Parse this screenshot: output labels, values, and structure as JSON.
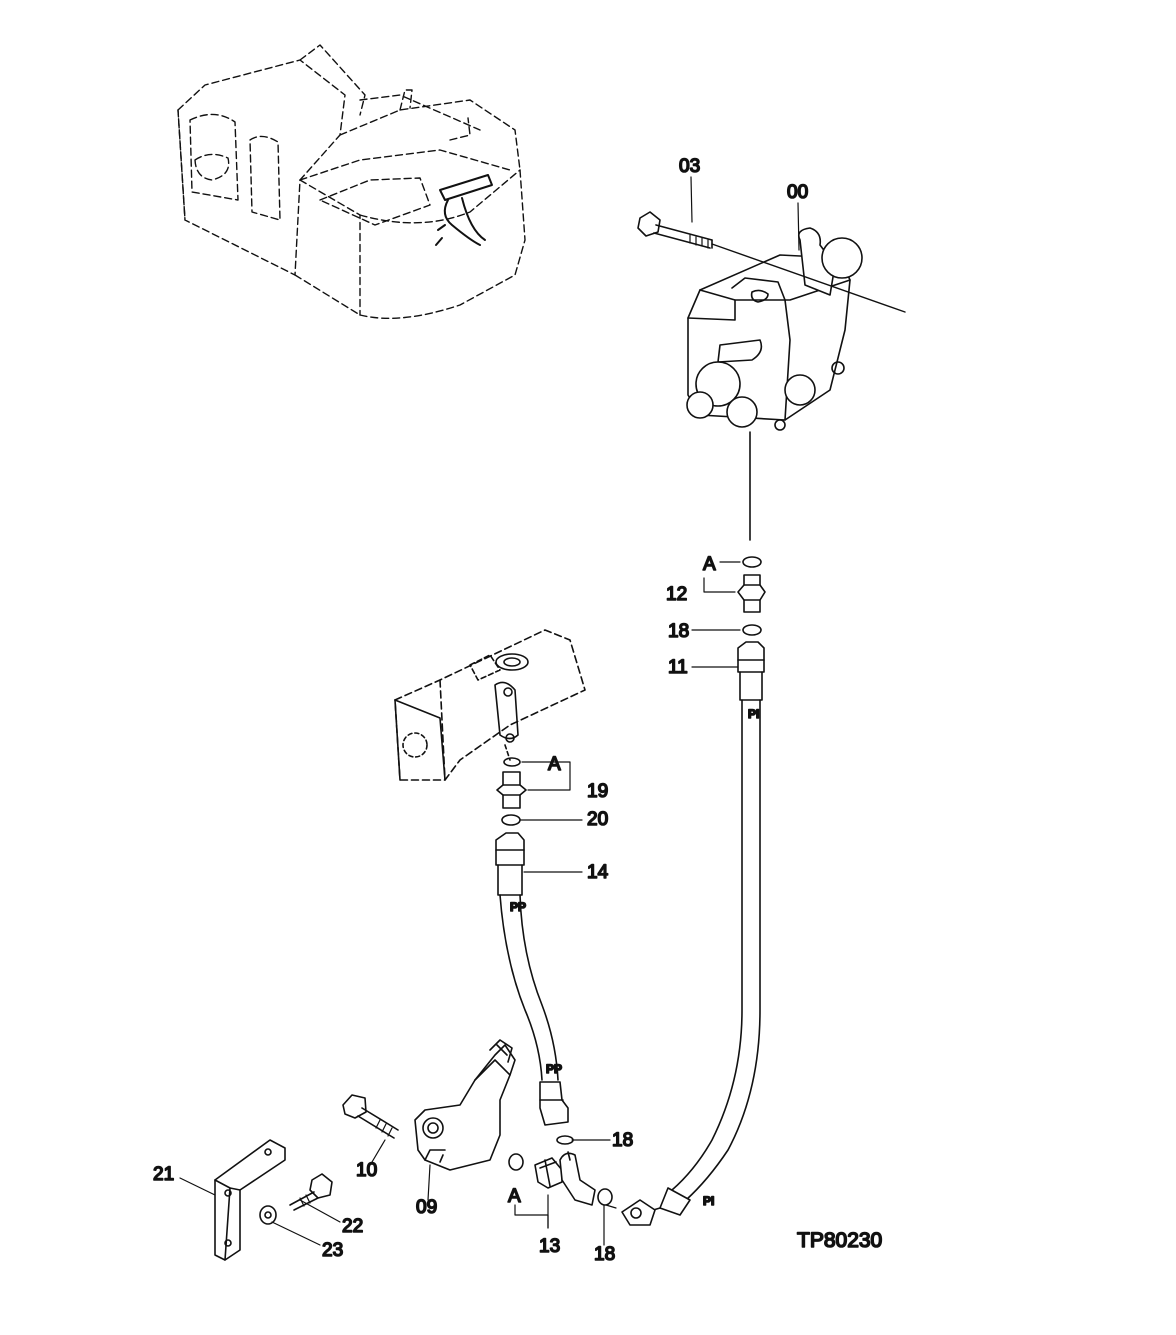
{
  "drawing_ref": "TP80230",
  "part_labels": {
    "p00": "00",
    "p03": "03",
    "p09": "09",
    "p10": "10",
    "p11": "11",
    "p12": "12",
    "p13": "13",
    "p14": "14",
    "p18a": "18",
    "p18b": "18",
    "p18c": "18",
    "p19": "19",
    "p20": "20",
    "p21": "21",
    "p22": "22",
    "p23": "23"
  },
  "detail_labels": {
    "a1": "A",
    "a2": "A",
    "a3": "A"
  },
  "hose_labels": {
    "pi_top": "PI",
    "pi_bottom": "PI",
    "pp_top": "PP",
    "pp_bottom": "PP"
  }
}
